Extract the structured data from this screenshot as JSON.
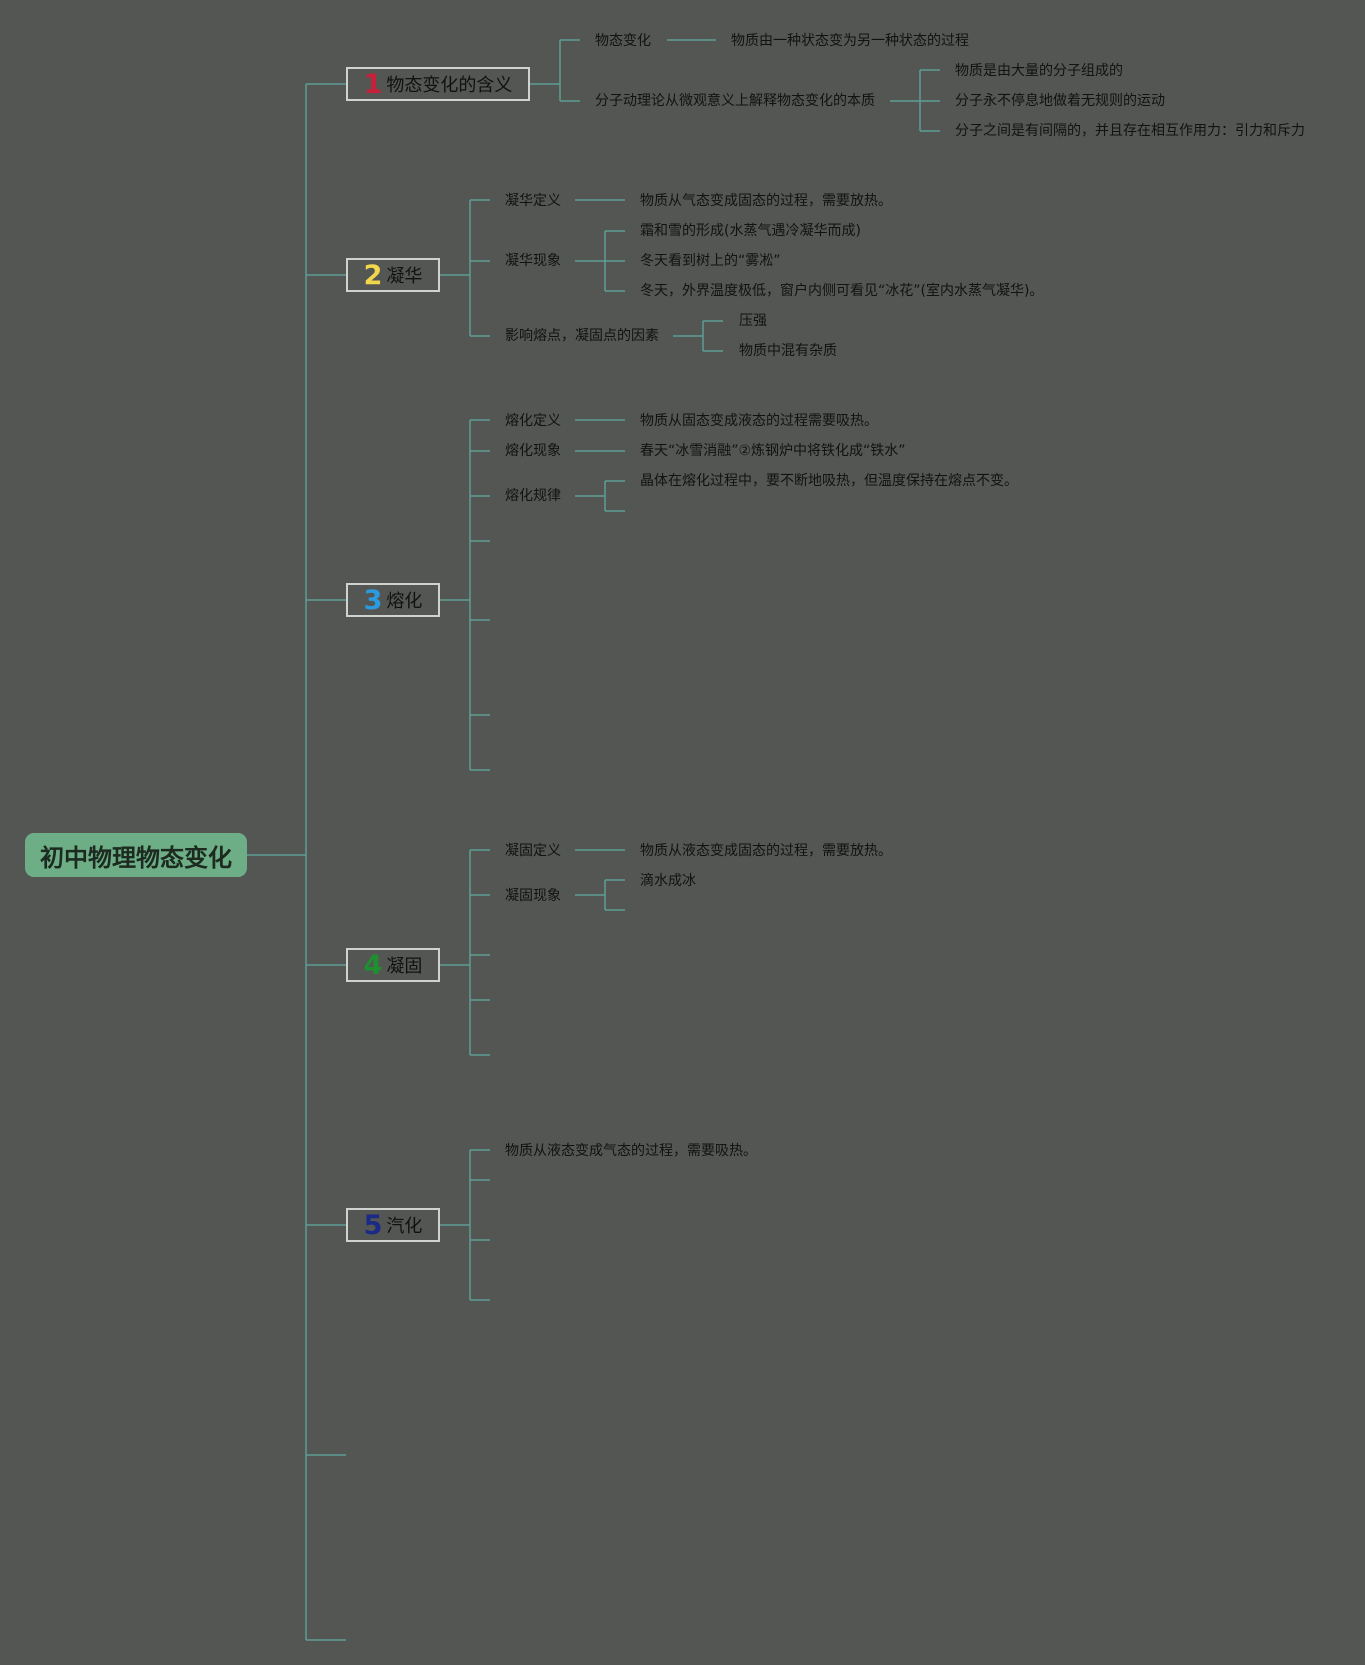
{
  "root": "初中物理物态变化",
  "colors": {
    "background": "#535653",
    "line": "#5d9e95",
    "root_fill": "#6dae87",
    "num1": "#c8203a",
    "num2": "#f2d64b",
    "num3": "#2b9be0",
    "num4": "#1f8f2f",
    "num5": "#1b2a86"
  },
  "topics": [
    {
      "num": "1",
      "label": "物态变化的含义",
      "items": [
        {
          "label": "物态变化",
          "children": [
            "物质由一种状态变为另一种状态的过程"
          ]
        },
        {
          "label": "分子动理论从微观意义上解释物态变化的本质",
          "children": [
            "物质是由大量的分子组成的",
            "分子永不停息地做着无规则的运动",
            "分子之间是有间隔的，并且存在相互作用力：引力和斥力"
          ]
        }
      ]
    },
    {
      "num": "2",
      "label": "凝华",
      "items": [
        {
          "label": "凝华定义",
          "children": [
            "物质从气态变成固态的过程，需要放热。"
          ]
        },
        {
          "label": "凝华现象",
          "children": [
            "霜和雪的形成(水蒸气遇冷凝华而成)",
            "冬天看到树上的“雾凇”",
            "冬天，外界温度极低，窗户内侧可看见“冰花”(室内水蒸气凝华)。"
          ]
        },
        {
          "label": "影响熔点，凝固点的因素",
          "children": [
            "压强",
            "物质中混有杂质"
          ]
        }
      ]
    },
    {
      "num": "3",
      "label": "熔化",
      "items": [
        {
          "label": "熔化定义",
          "children": [
            "物质从固态变成液态的过程需要吸热。"
          ]
        },
        {
          "label": "熔化现象",
          "children": [
            "春天“冰雪消融”②炼钢炉中将铁化成“铁水”"
          ]
        },
        {
          "label": "熔化规律",
          "children": [
            "晶体在熔化过程中，要不断地吸热，但温度保持在熔点不变。"
          ]
        }
      ]
    },
    {
      "num": "4",
      "label": "凝固",
      "items": [
        {
          "label": "凝固定义",
          "children": [
            "物质从液态变成固态的过程，需要放热。"
          ]
        },
        {
          "label": "凝固现象",
          "children": [
            "滴水成冰"
          ]
        }
      ]
    },
    {
      "num": "5",
      "label": "汽化",
      "items": [
        {
          "label": "物质从液态变成气态的过程，需要吸热。",
          "children": []
        }
      ]
    }
  ]
}
